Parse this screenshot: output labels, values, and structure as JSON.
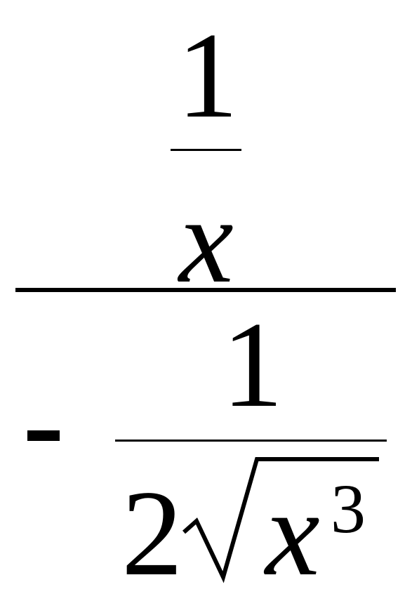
{
  "expression": {
    "numerator": {
      "numerator": "1",
      "denominator": "x"
    },
    "denominator": {
      "sign": "-",
      "numerator": "1",
      "coefficient": "2",
      "radicand_base": "x",
      "radicand_exponent": "3"
    }
  },
  "colors": {
    "ink": "#000000",
    "background": "#ffffff"
  }
}
